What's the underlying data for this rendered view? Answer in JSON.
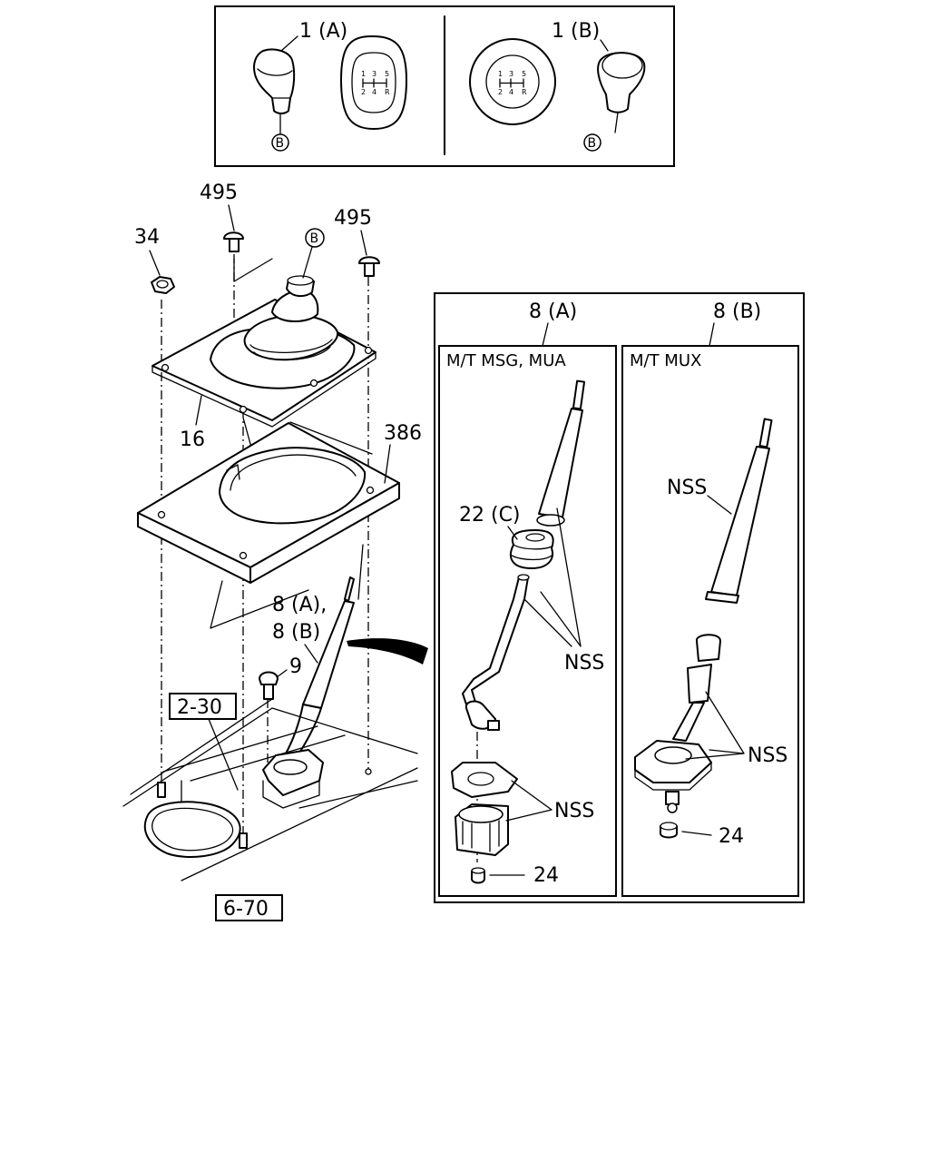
{
  "callouts": {
    "knob_a": "1 (A)",
    "knob_b": "1 (B)",
    "ref_b": "B",
    "c34": "34",
    "c495_left": "495",
    "c495_right": "495",
    "c16": "16",
    "c386": "386",
    "c9": "9",
    "lever_a_b": "8 (A),",
    "lever_b": "8 (B)",
    "ref_2_30": "2-30",
    "ref_6_70": "6-70"
  },
  "shift_pattern": {
    "top": [
      "1",
      "3",
      "5"
    ],
    "bottom": [
      "2",
      "4",
      "R"
    ]
  },
  "detail": {
    "left_variant": {
      "header": "8 (A)",
      "subtitle": "M/T  MSG, MUA",
      "boot": "22 (C)",
      "nss": "NSS",
      "nss2": "NSS",
      "part": "24"
    },
    "right_variant": {
      "header": "8 (B)",
      "subtitle": "M/T  MUX",
      "nss": "NSS",
      "nss2": "NSS",
      "part": "24"
    }
  }
}
